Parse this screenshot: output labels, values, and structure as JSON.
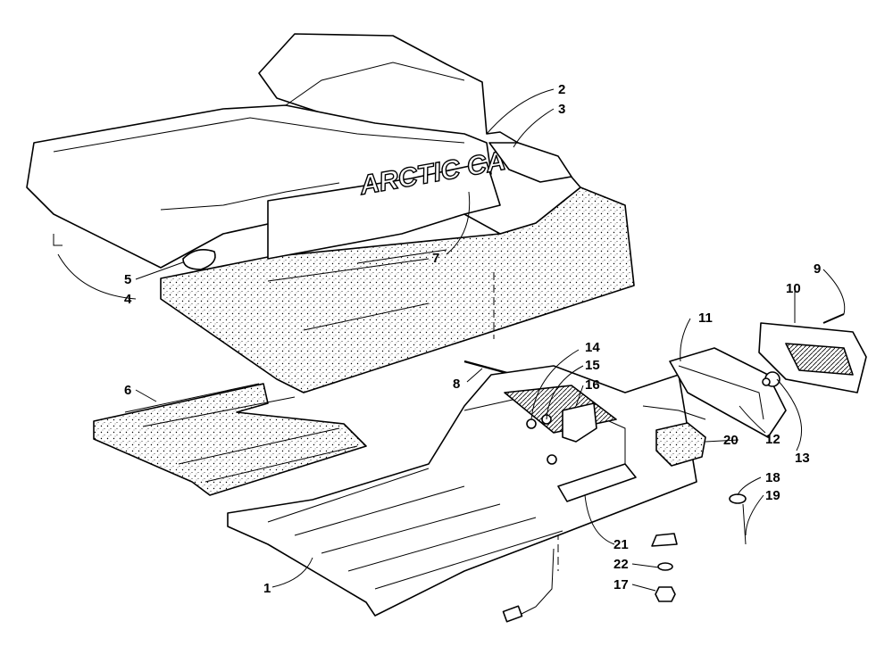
{
  "logo_text": "ARCTIC CAT",
  "callouts": [
    {
      "id": "1",
      "label": "1"
    },
    {
      "id": "2",
      "label": "2"
    },
    {
      "id": "3",
      "label": "3"
    },
    {
      "id": "4",
      "label": "4"
    },
    {
      "id": "5",
      "label": "5"
    },
    {
      "id": "6",
      "label": "6"
    },
    {
      "id": "7",
      "label": "7"
    },
    {
      "id": "8",
      "label": "8"
    },
    {
      "id": "9",
      "label": "9"
    },
    {
      "id": "10",
      "label": "10"
    },
    {
      "id": "11",
      "label": "11"
    },
    {
      "id": "12",
      "label": "12"
    },
    {
      "id": "13",
      "label": "13"
    },
    {
      "id": "14",
      "label": "14"
    },
    {
      "id": "15",
      "label": "15"
    },
    {
      "id": "16",
      "label": "16"
    },
    {
      "id": "17",
      "label": "17"
    },
    {
      "id": "18",
      "label": "18"
    },
    {
      "id": "19",
      "label": "19"
    },
    {
      "id": "20",
      "label": "20"
    },
    {
      "id": "21",
      "label": "21"
    },
    {
      "id": "22",
      "label": "22"
    }
  ],
  "colors": {
    "line": "#000000",
    "background": "#ffffff"
  }
}
